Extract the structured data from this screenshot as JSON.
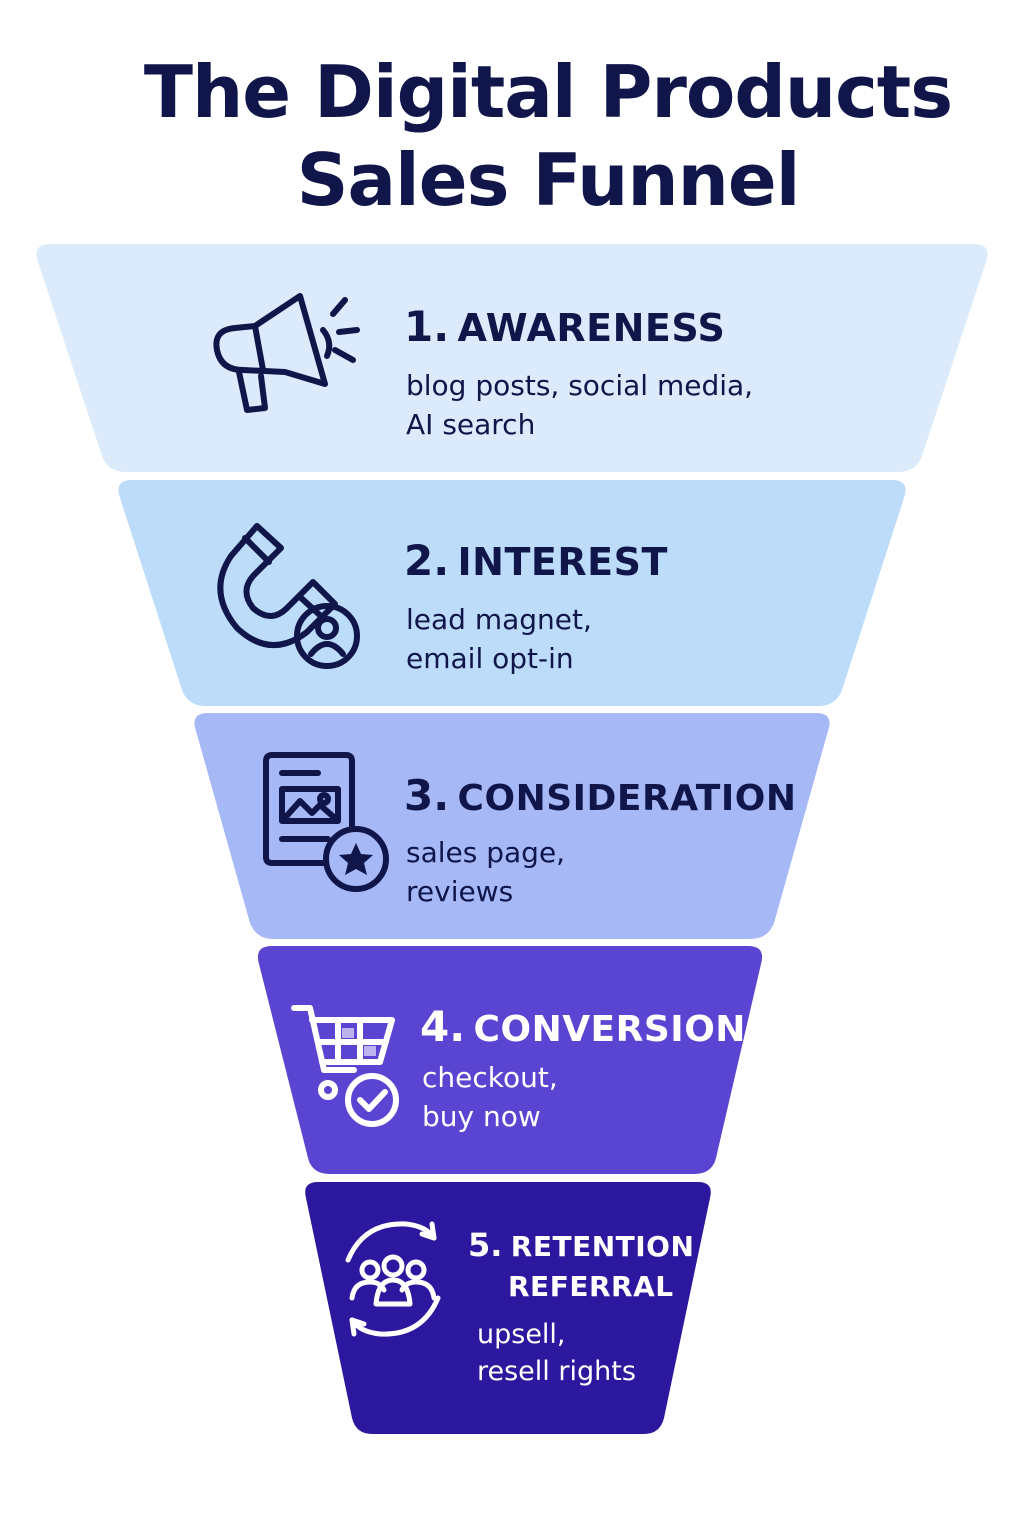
{
  "title": {
    "line1": "The Digital Products",
    "line2": "Sales Funnel"
  },
  "colors": {
    "title": "#10164a",
    "stage1": "#dcebfb",
    "stage2": "#bcdcfa",
    "stage3": "#a6b8f6",
    "stage4": "#5a44d2",
    "stage5": "#2c189e",
    "dark_text": "#10164a",
    "light_text": "#ffffff"
  },
  "stages": [
    {
      "number": "1.",
      "name": "AWARENESS",
      "desc_line1": "blog posts, social media,",
      "desc_line2": "AI search",
      "icon": "megaphone-icon"
    },
    {
      "number": "2.",
      "name": "INTEREST",
      "desc_line1": "lead magnet,",
      "desc_line2": "email opt-in",
      "icon": "magnet-user-icon"
    },
    {
      "number": "3.",
      "name": "CONSIDERATION",
      "desc_line1": "sales page,",
      "desc_line2": "reviews",
      "icon": "page-star-icon"
    },
    {
      "number": "4.",
      "name": "CONVERSION",
      "desc_line1": "checkout,",
      "desc_line2": "buy now",
      "icon": "cart-check-icon"
    },
    {
      "number": "5.",
      "name_line1": "RETENTION &",
      "name_line2": "REFERRAL",
      "desc_line1": "upsell,",
      "desc_line2": "resell rights",
      "icon": "community-cycle-icon"
    }
  ]
}
